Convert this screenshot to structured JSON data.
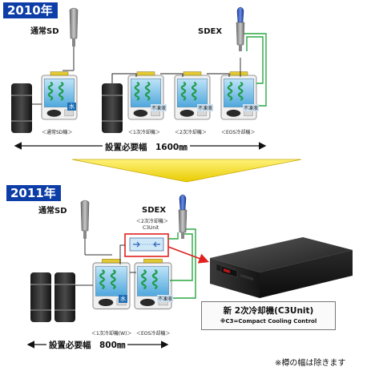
{
  "top": {
    "year": "2010年",
    "normal_sd": "通常SD",
    "sdex": "SDEX",
    "unit_water": "水",
    "unit_antifreeze": "不凍液",
    "caption_normal": "＜通常SD機＞",
    "caption_primary": "＜1次冷却機＞",
    "caption_secondary": "＜2次冷却機＞",
    "caption_eos": "＜EOS冷却機＞",
    "width_label": "設置必要幅　1600㎜"
  },
  "bottom": {
    "year": "2011年",
    "normal_sd": "通常SD",
    "sdex": "SDEX",
    "sdex_sub": "＜2次冷却機＞",
    "c3unit_tag": "C3Unit",
    "unit_water": "水",
    "unit_antifreeze": "不凍液",
    "caption_primary_w": "＜1次冷却機(W)＞",
    "caption_eos": "＜EOS冷却機＞",
    "width_label": "設置必要幅　800㎜",
    "new_unit_title": "新 2次冷却機(C3Unit)",
    "new_unit_sub": "※C3=Compact Cooling Control"
  },
  "note": "※樽の幅は除きます",
  "colors": {
    "year_badge": "#0d3ea8",
    "arrow_yellow": "#f5e21b",
    "pipe_green": "#2aa744",
    "highlight_red": "#e02020",
    "coil_green": "#1f9d4a",
    "tank_blue": "#6ab7e6"
  }
}
